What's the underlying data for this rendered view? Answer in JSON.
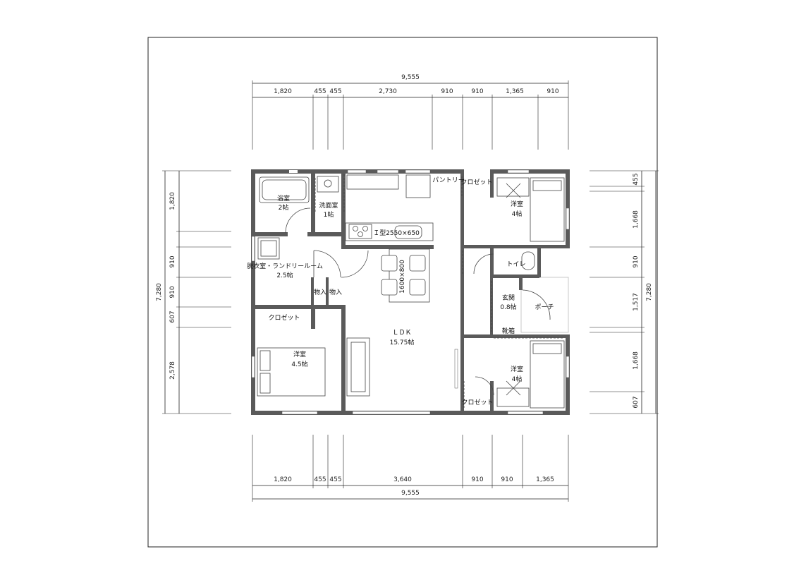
{
  "dimensions": {
    "top_total": "9,555",
    "top_segments": [
      "1,820",
      "455",
      "455",
      "2,730",
      "910",
      "910",
      "1,365",
      "910"
    ],
    "bottom_total": "9,555",
    "bottom_segments": [
      "1,820",
      "455",
      "455",
      "3,640",
      "910",
      "910",
      "1,365"
    ],
    "left_total": "7,280",
    "left_segments": [
      "1,820",
      "910",
      "910",
      "607",
      "2,578"
    ],
    "right_total": "7,280",
    "right_segments": [
      "455",
      "1,668",
      "910",
      "1,517",
      "1,668",
      "607"
    ]
  },
  "rooms": {
    "bath": {
      "name": "浴室",
      "size": "2帖"
    },
    "washroom": {
      "name": "洗面室",
      "size": "1帖"
    },
    "laundry": {
      "name": "脱衣室・ランドリールーム",
      "size": "2.5帖"
    },
    "storage_a": {
      "name": "物入"
    },
    "storage_b": {
      "name": "物入"
    },
    "closet_left": {
      "name": "クロゼット"
    },
    "bedroom_left": {
      "name": "洋室",
      "size": "4.5帖"
    },
    "ldk": {
      "name": "ＬＤＫ",
      "size": "15.75帖"
    },
    "kitchen": {
      "name": "Ｉ型2550×650"
    },
    "table": {
      "name": "1600×800"
    },
    "pantry": {
      "name": "パントリー"
    },
    "closet_top": {
      "name": "クロゼット"
    },
    "bedroom_top": {
      "name": "洋室",
      "size": "4帖"
    },
    "toilet": {
      "name": "トイレ"
    },
    "entrance": {
      "name": "玄関",
      "size": "0.8帖"
    },
    "shoebox": {
      "name": "靴箱"
    },
    "porch": {
      "name": "ポーチ"
    },
    "bedroom_bottom": {
      "name": "洋室",
      "size": "4帖"
    },
    "closet_bottom": {
      "name": "クロゼット"
    }
  }
}
